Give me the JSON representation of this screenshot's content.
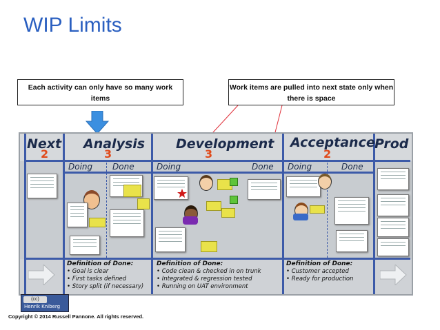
{
  "slide": {
    "title": "WIP Limits",
    "copyright": "Copyright © 2014 Russell Pannone. All rights reserved."
  },
  "callouts": {
    "left": "Each activity can only have so many work items",
    "right": "Work items are pulled into next state only when there is space"
  },
  "colors": {
    "title": "#2a5fc0",
    "arrow": "#3b8fe0",
    "pointer_lines": "#e0303a",
    "limits": "#e04a1a",
    "board_lines": "#3c5aa8"
  },
  "board": {
    "columns": [
      {
        "name": "Next",
        "limit": "2"
      },
      {
        "name": "Analysis",
        "limit": "3"
      },
      {
        "name": "Development",
        "limit": "3"
      },
      {
        "name": "Acceptance",
        "limit": "2"
      },
      {
        "name": "Prod",
        "limit": ""
      }
    ],
    "subcolumns": {
      "analysis_doing": "Doing",
      "analysis_done": "Done",
      "dev_doing": "Doing",
      "dev_done": "Done",
      "acc_doing": "Doing",
      "acc_done": "Done"
    },
    "dod": {
      "analysis": {
        "heading": "Definition of Done:",
        "items": [
          "• Goal is clear",
          "• First tasks defined",
          "• Story split (if necessary)"
        ]
      },
      "development": {
        "heading": "Definition of Done:",
        "items": [
          "• Code clean & checked in on trunk",
          "• Integrated & regression tested",
          "• Running on UAT environment"
        ]
      },
      "acceptance": {
        "heading": "Definition of Done:",
        "items": [
          "• Customer accepted",
          "• Ready for production"
        ]
      }
    },
    "credit": "Henrik Kniberg"
  }
}
